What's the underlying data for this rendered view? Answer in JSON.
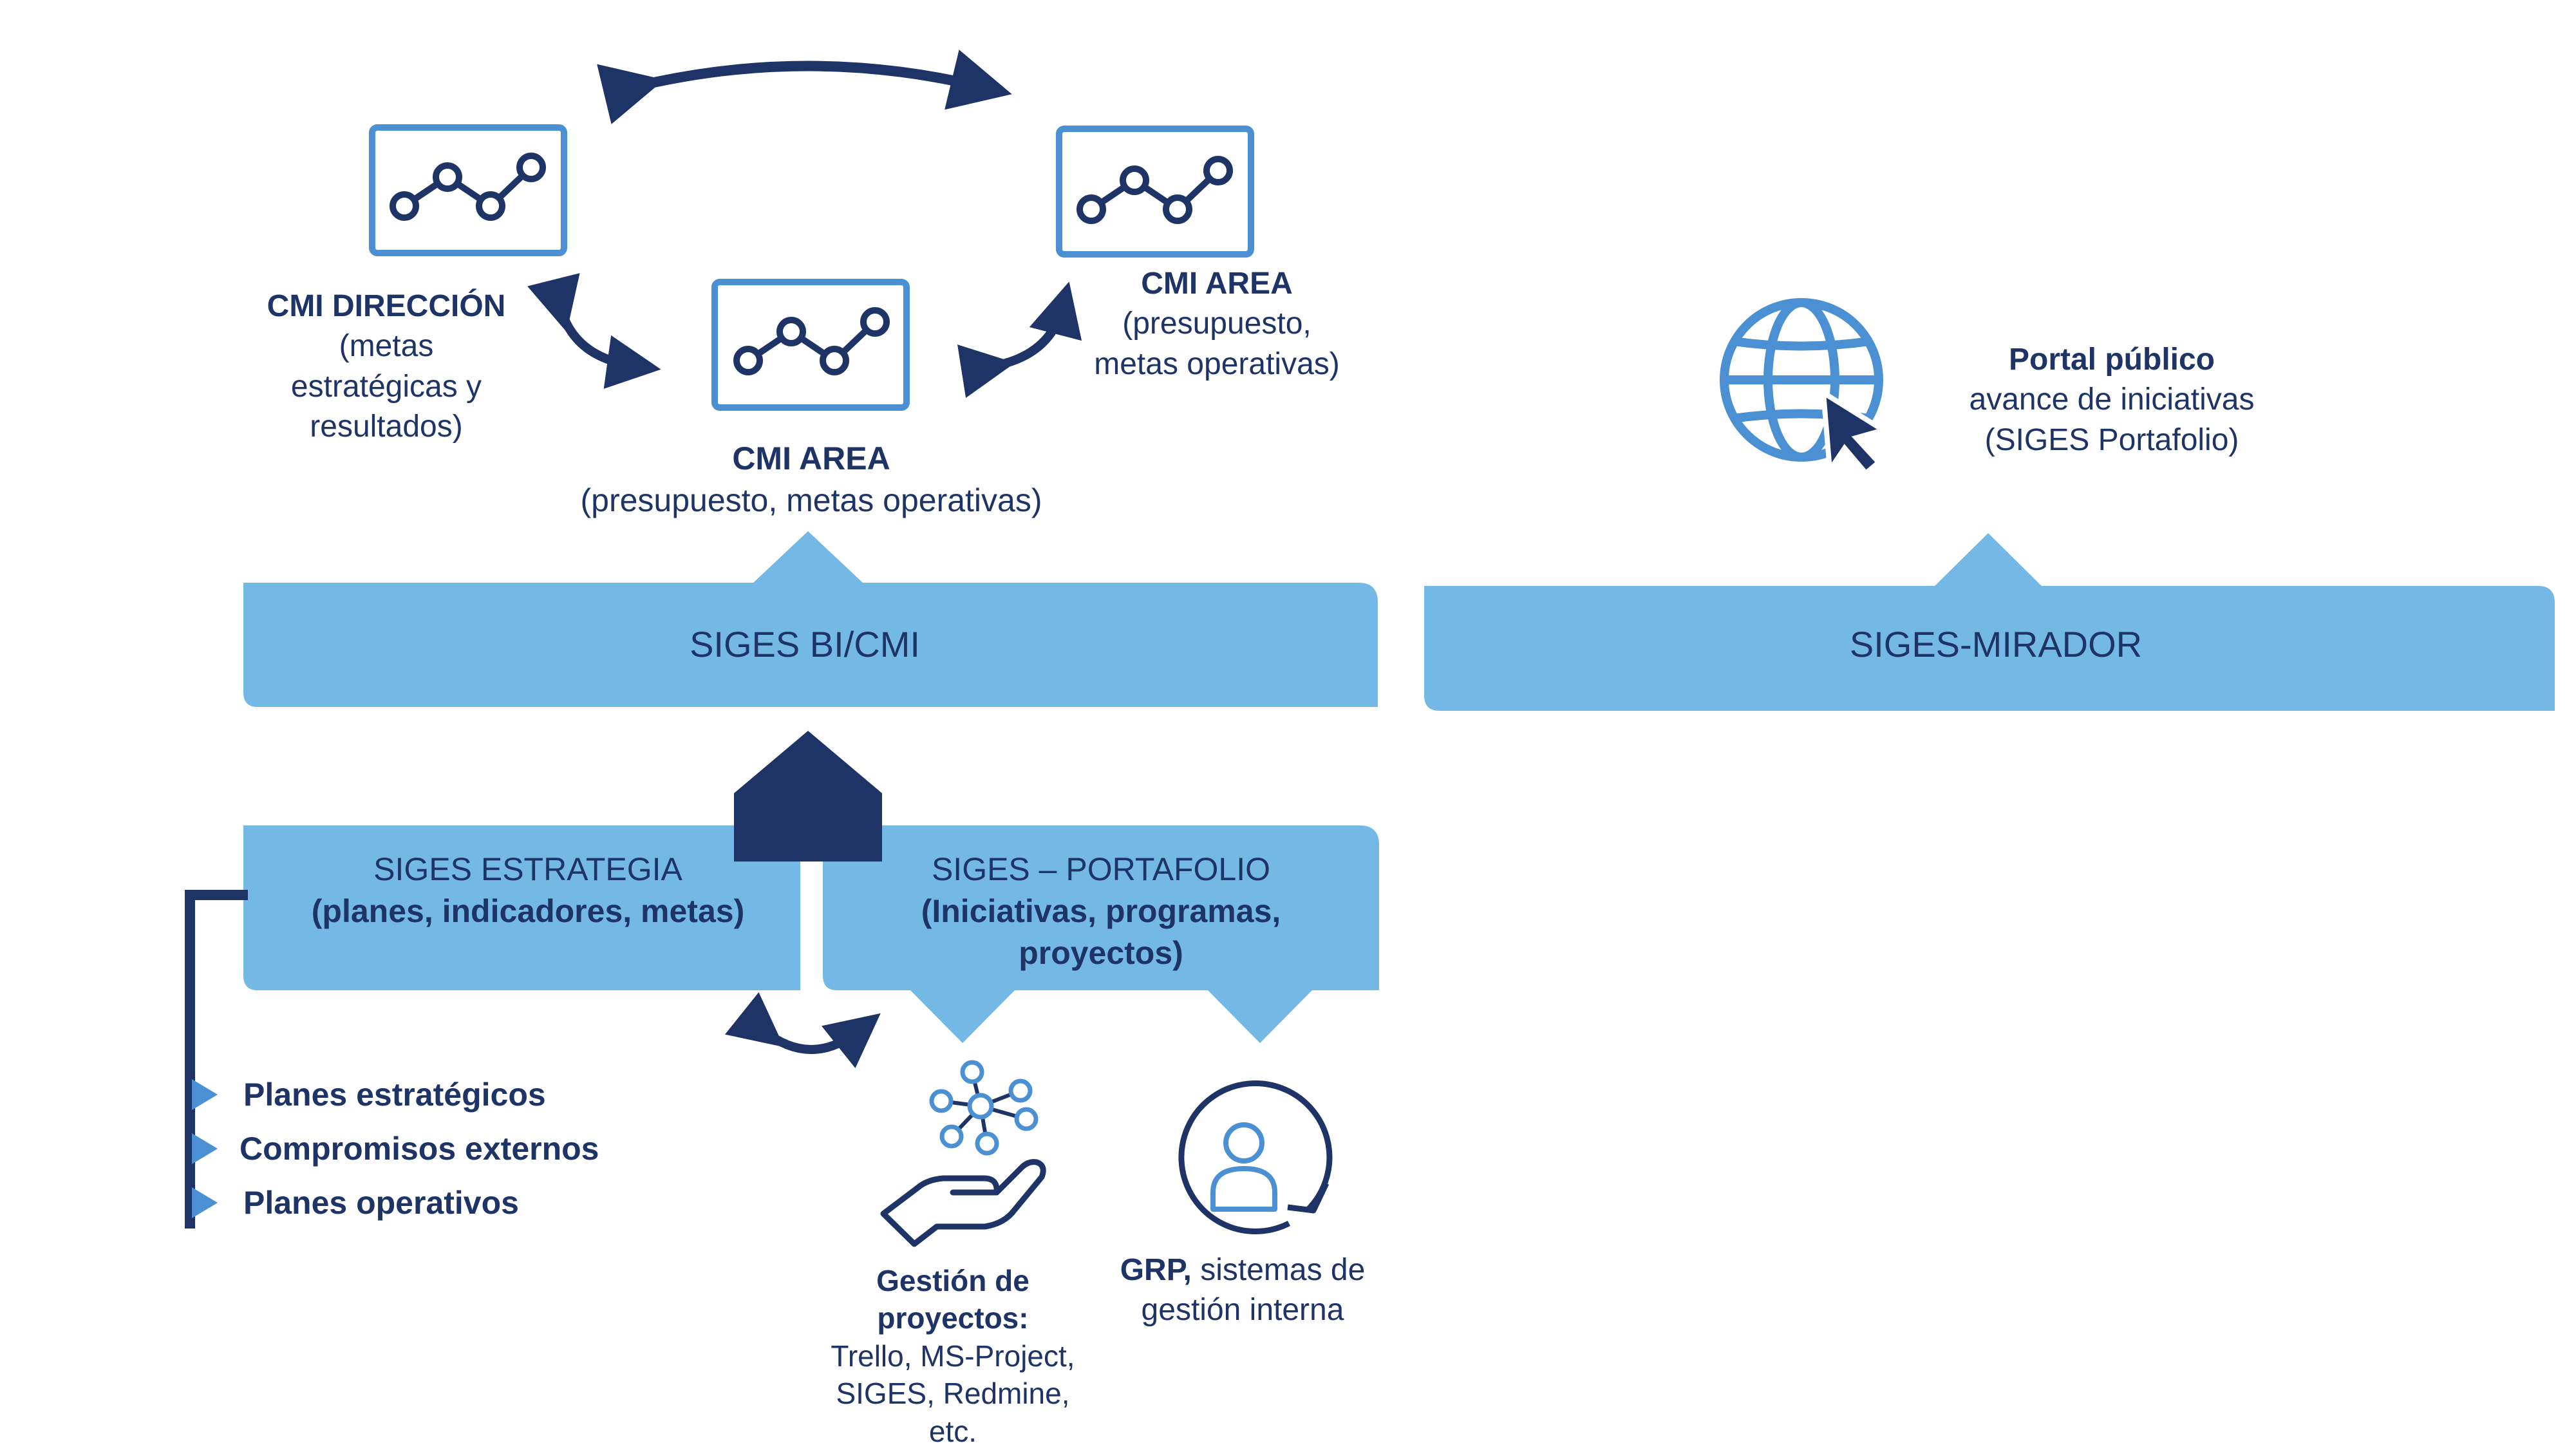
{
  "colors": {
    "navy": "#1e3466",
    "light_blue": "#74b9e6",
    "mid_blue": "#4a90d2",
    "white": "#ffffff"
  },
  "cmi_direccion": {
    "title": "CMI DIRECCIÓN",
    "line1": "(metas",
    "line2": "estratégicas y",
    "line3": "resultados)",
    "icon": "line-chart-icon"
  },
  "cmi_area_center": {
    "title": "CMI AREA",
    "subtitle": "(presupuesto, metas  operativas)",
    "icon": "line-chart-icon"
  },
  "cmi_area_right": {
    "title": "CMI AREA",
    "line1": "(presupuesto,",
    "line2": "metas  operativas)",
    "icon": "line-chart-icon"
  },
  "portal": {
    "title": "Portal público",
    "line1": "avance de iniciativas",
    "line2": "(SIGES Portafolio)",
    "icon": "globe-cursor-icon"
  },
  "bi_bar": {
    "label": "SIGES BI/CMI"
  },
  "mirador_bar": {
    "label": "SIGES-MIRADOR"
  },
  "estrategia": {
    "line1": "SIGES ESTRATEGIA",
    "line2": "(planes, indicadores, metas)"
  },
  "portafolio": {
    "line1": "SIGES – PORTAFOLIO",
    "line2": "(Iniciativas, programas,",
    "line3": "proyectos)"
  },
  "plans": [
    "Planes estratégicos",
    "Compromisos externos",
    "Planes operativos"
  ],
  "gestion": {
    "title1": "Gestión de",
    "title2": "proyectos:",
    "line1": "Trello, MS-Project,",
    "line2": "SIGES, Redmine,",
    "line3": "etc.",
    "icon": "network-hand-icon"
  },
  "grp": {
    "bold": "GRP,",
    "rest": " sistemas de",
    "line2": "gestión interna",
    "icon": "user-cycle-icon"
  }
}
